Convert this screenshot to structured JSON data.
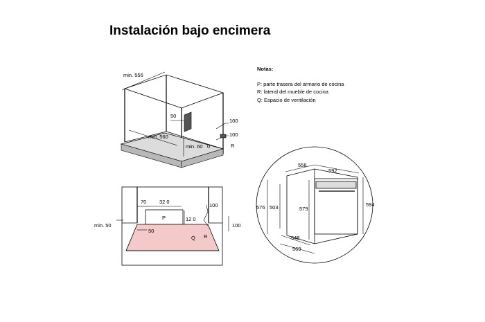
{
  "title": "Instalación bajo encimera",
  "notes": {
    "heading": "Notas:",
    "items": [
      "P: parte trasera del armario de cocina",
      "R: lateral del mueble de cocina",
      "Q: Espacio de ventilación"
    ]
  },
  "cabinet_3d": {
    "labels": {
      "min_556": "min. 556",
      "d50": "50",
      "min_560": "min. 560",
      "min_60": "min. 60",
      "zero": "0",
      "d100_top": "100",
      "d100_bottom": "100",
      "r": "R"
    }
  },
  "cabinet_side": {
    "labels": {
      "d70": "70",
      "d320": "32 0",
      "d120": "12 0",
      "p": "P",
      "d100_top": "100",
      "d100_right": "100",
      "min_50": "min. 50",
      "d50": "50",
      "q": "Q",
      "r": "R"
    }
  },
  "oven_detail": {
    "labels": {
      "d558": "558",
      "d592": "592",
      "d576": "576",
      "d503": "503",
      "d579": "579",
      "d594": "594",
      "d549": "549",
      "d569": "569"
    }
  }
}
